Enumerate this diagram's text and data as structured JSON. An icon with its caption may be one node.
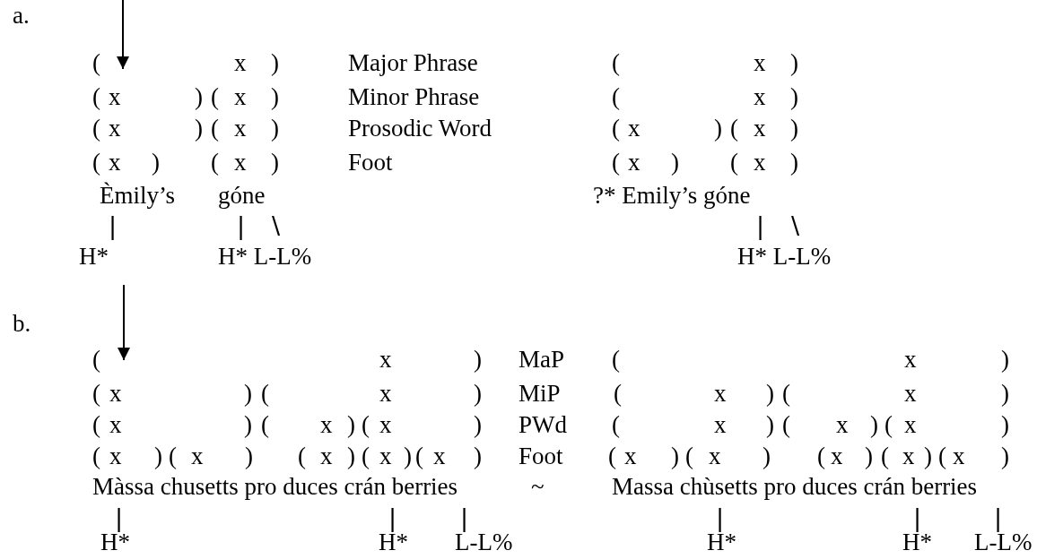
{
  "diagram": {
    "labels": [
      "a.",
      "(",
      "x",
      ")",
      "Major Phrase",
      "(",
      "x",
      ")",
      "(",
      "x",
      ")",
      "(",
      "x",
      ")",
      "Minor Phrase",
      "(",
      "x",
      ")",
      "(",
      "x",
      ")",
      "(",
      "x",
      ")",
      "Prosodic Word",
      "(",
      "x",
      ")",
      "(",
      "x",
      ")",
      "(",
      "x",
      ")",
      "(",
      "x",
      ")",
      "Foot",
      "(",
      "x",
      ")",
      "(",
      "x",
      ")",
      "Èmily’s",
      "góne",
      "?* Emily’s góne",
      "|",
      "|",
      "\\",
      "|",
      "\\",
      "H*",
      "H* L-L%",
      "H* L-L%",
      "b.",
      "(",
      "x",
      ")",
      "MaP",
      "(",
      "x",
      ")",
      "(",
      "x",
      ")",
      "(",
      "x",
      ")",
      "MiP",
      "(",
      "x",
      ")",
      "(",
      "x",
      ")",
      "(",
      "x",
      ")",
      "(",
      "x",
      ")",
      "(",
      "x",
      ")",
      "PWd",
      "(",
      "x",
      ")",
      "(",
      "x",
      ")",
      "(",
      "x",
      ")",
      "(",
      "x",
      ")",
      "(",
      "x",
      ")",
      "(",
      "x",
      ")",
      "(",
      "x",
      ")",
      "(",
      "x",
      ")",
      "Foot",
      "(",
      "x",
      ")",
      "(",
      "x",
      ")",
      "(",
      "x",
      ")",
      "(",
      "x",
      ")",
      "(",
      "x",
      ")",
      "Màssa chusetts pro duces crán berries",
      "~",
      "Massa chùsetts pro duces crán berries",
      "|",
      "|",
      "|",
      "|",
      "|",
      "|",
      "H*",
      "H*",
      "L-L%",
      "H*",
      "H*",
      "L-L%"
    ]
  }
}
